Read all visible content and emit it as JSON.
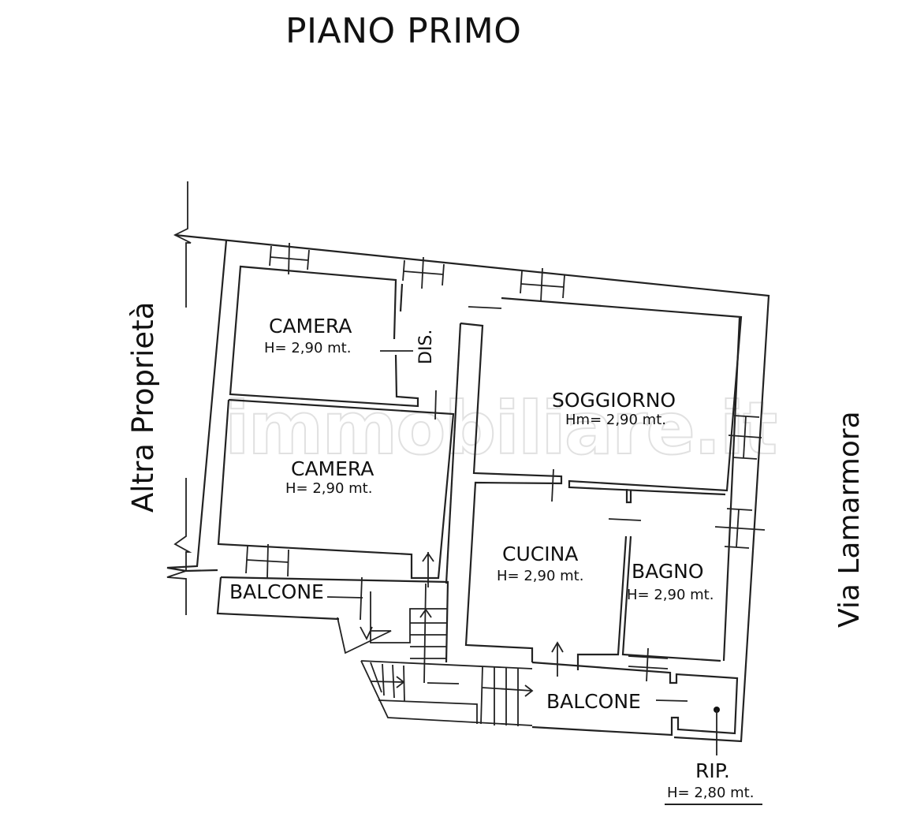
{
  "plan": {
    "title": "PIANO PRIMO",
    "sides": {
      "left": "Altra Proprietà",
      "right": "Via Lamarmora"
    },
    "watermark": "immobiliare.it",
    "rooms": [
      {
        "id": "camera-1",
        "name": "CAMERA",
        "height": "H= 2,90 mt."
      },
      {
        "id": "camera-2",
        "name": "CAMERA",
        "height": "H= 2,90 mt."
      },
      {
        "id": "disimpegno",
        "name": "DIS."
      },
      {
        "id": "soggiorno",
        "name": "SOGGIORNO",
        "height": "Hm= 2,90 mt."
      },
      {
        "id": "cucina",
        "name": "CUCINA",
        "height": "H= 2,90 mt."
      },
      {
        "id": "bagno",
        "name": "BAGNO",
        "height": "H= 2,90 mt."
      },
      {
        "id": "balcone-1",
        "name": "BALCONE"
      },
      {
        "id": "balcone-2",
        "name": "BALCONE"
      },
      {
        "id": "ripostiglio",
        "name": "RIP.",
        "height": "H= 2,80 mt."
      }
    ],
    "colors": {
      "line": "#222222",
      "background": "#ffffff",
      "text": "#111111"
    }
  }
}
